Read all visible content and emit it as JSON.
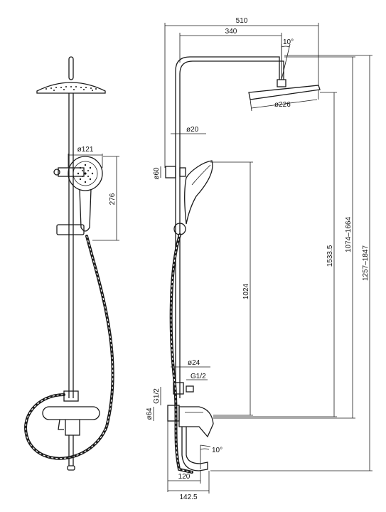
{
  "dimensions": {
    "overall_width": "510",
    "arm_length": "340",
    "head_tilt": "10°",
    "head_diameter": "ø226",
    "riser_diameter": "ø20",
    "handshower_diameter": "ø121",
    "handshower_length": "276",
    "holder_diameter": "ø60",
    "slide_length": "1024",
    "head_height": "1533.5",
    "riser_adjust": "1074–1664",
    "total_height": "1257–1847",
    "lower_pipe_diameter": "ø24",
    "outlet_thread": "G1/2",
    "inlet_thread": "G1/2",
    "mixer_diameter": "ø64",
    "spout_tilt": "10°",
    "spout_reach_inner": "120",
    "spout_reach_outer": "142.5"
  }
}
